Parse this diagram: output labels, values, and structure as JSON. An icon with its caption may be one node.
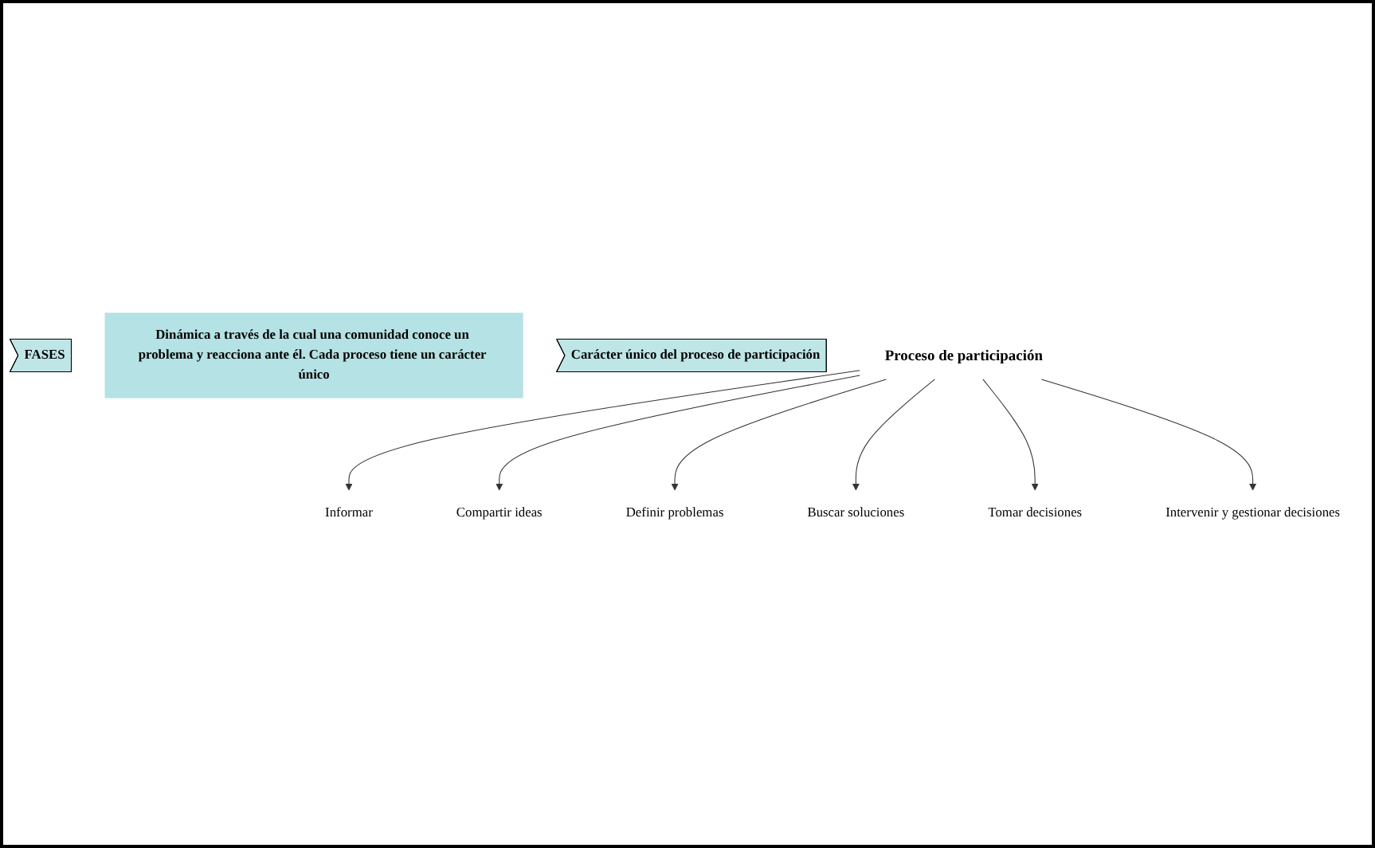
{
  "diagram": {
    "nodes": [
      {
        "text": [
          "Proceso de participación"
        ]
      },
      {
        "text": [
          "Informar"
        ]
      },
      {
        "text": [
          "Compartir ideas"
        ]
      },
      {
        "text": [
          "Definir problemas"
        ]
      },
      {
        "text": [
          "Buscar soluciones"
        ]
      },
      {
        "text": [
          "Tomar decisiones"
        ]
      },
      {
        "text": [
          "Intervenir y gestionar decisiones"
        ]
      },
      {
        "text": [
          "FASES"
        ]
      },
      {
        "text": [
          "Dinámica a través de la cual una comunidad conoce un problema y reacciona ante él. Cada proceso tiene un carácter único"
        ]
      },
      {
        "text": [
          "Carácter único del proceso de participación"
        ]
      }
    ],
    "edges": [
      {
        "from": 0,
        "to": 1,
        "arrow": "to"
      },
      {
        "from": 0,
        "to": 2,
        "arrow": "to"
      },
      {
        "from": 0,
        "to": 3,
        "arrow": "to"
      },
      {
        "from": 0,
        "to": 4,
        "arrow": "to"
      },
      {
        "from": 0,
        "to": 5,
        "arrow": "to"
      },
      {
        "from": 0,
        "to": 6,
        "arrow": "to"
      }
    ]
  }
}
